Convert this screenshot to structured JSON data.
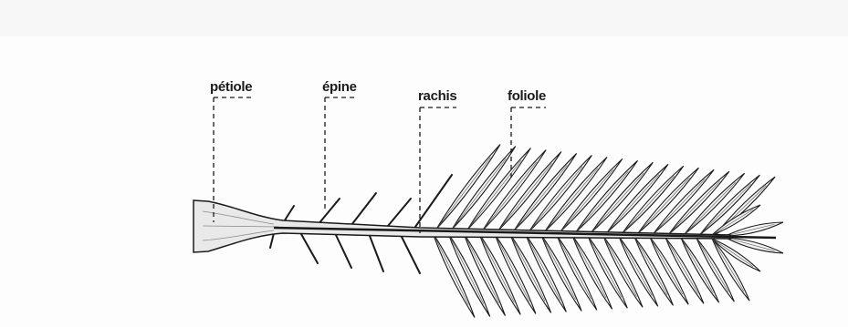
{
  "labels": {
    "petiole": "pétiole",
    "epine": "épine",
    "rachis": "rachis",
    "foliole": "foliole"
  },
  "colors": {
    "ink": "#1a1a1a",
    "paper": "#fdfdfd",
    "leaflet_fill": "#f2f2f2"
  }
}
